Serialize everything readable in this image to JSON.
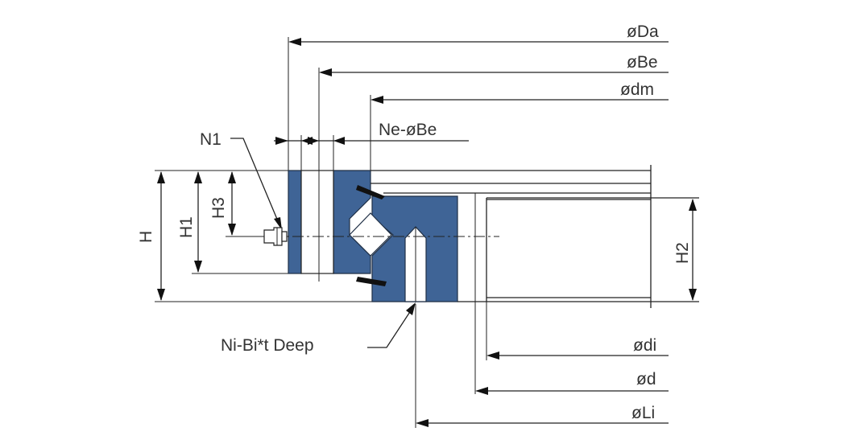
{
  "colors": {
    "ring_fill": "#3f6496",
    "outline": "#222222",
    "label": "#333333",
    "seal": "#111111"
  },
  "labels": {
    "Da": "øDa",
    "Be": "øBe",
    "dm": "ødm",
    "NeBe": "Ne-øBe",
    "N1": "N1",
    "H": "H",
    "H1": "H1",
    "H3": "H3",
    "H2": "H2",
    "NiBi": "Ni-Bi*t Deep",
    "di": "ødi",
    "d": "ød",
    "Li": "øLi"
  },
  "icons": [
    "grease-nipple-icon",
    "dimension-arrow-icon"
  ]
}
